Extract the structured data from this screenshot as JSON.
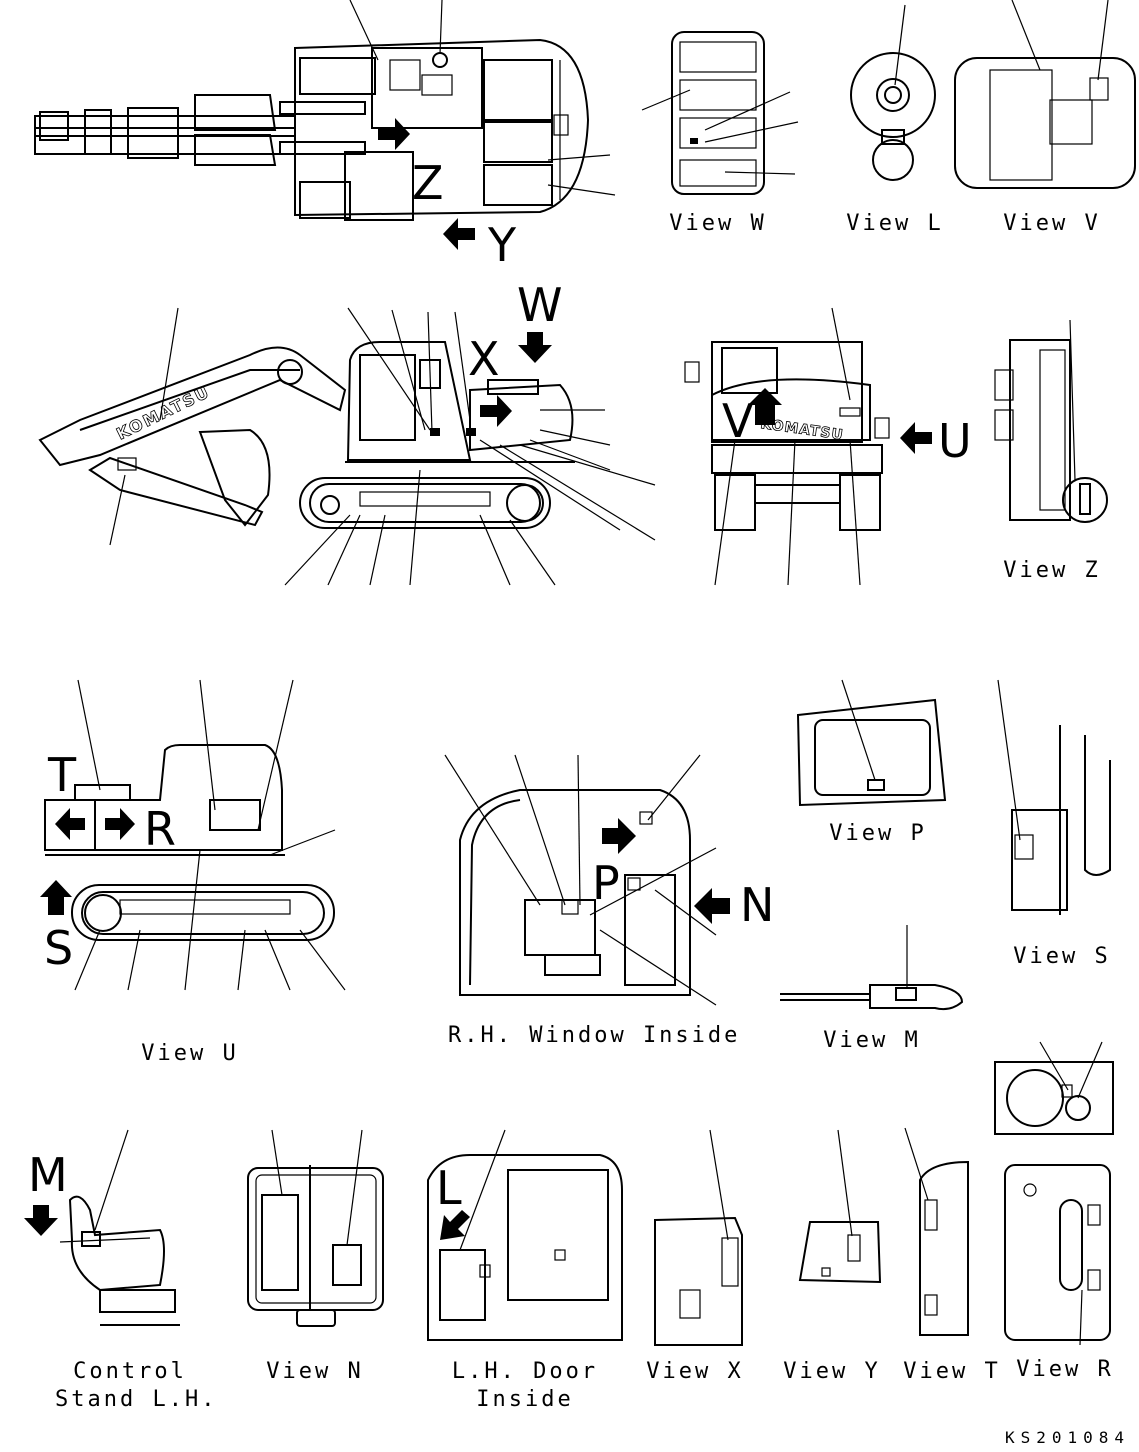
{
  "view_labels": {
    "w": "View W",
    "l": "View L",
    "v": "View V",
    "z": "View Z",
    "p": "View P",
    "s": "View S",
    "u": "View U",
    "m": "View M",
    "rh_window": "R.H. Window Inside",
    "control_stand": "Control\nStand L.H.",
    "view_n": "View N",
    "lh_door": "L.H. Door\nInside",
    "x": "View X",
    "y": "View Y",
    "t": "View T",
    "r": "View R"
  },
  "arrow_letters": {
    "z": "Z",
    "y": "Y",
    "w": "W",
    "x": "X",
    "u": "U",
    "v": "V",
    "t": "T",
    "r": "R",
    "s": "S",
    "p": "P",
    "n": "N",
    "m": "M",
    "l": "L"
  },
  "brand_text": "KOMATSU",
  "drawing_code": "KS201084"
}
